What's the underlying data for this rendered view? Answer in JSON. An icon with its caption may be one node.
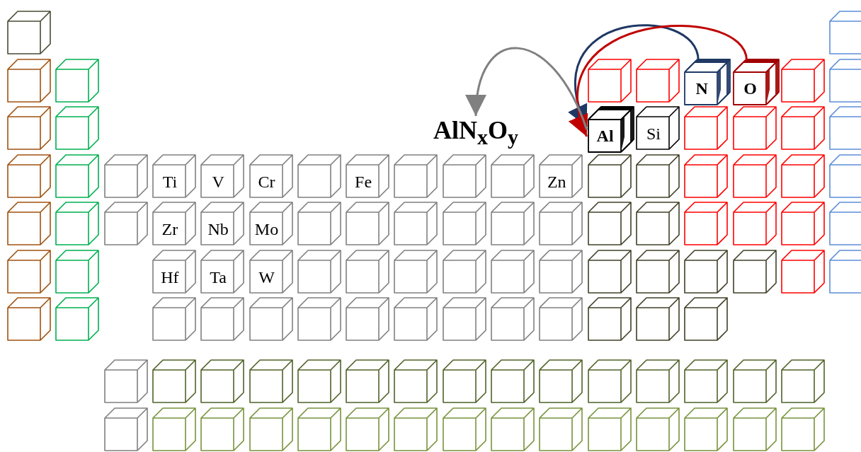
{
  "diagram": {
    "nodes": [
      {
        "text": [],
        "shape": "cube"
      },
      {
        "text": [],
        "shape": "cube"
      },
      {
        "text": [],
        "shape": "cube"
      },
      {
        "text": [],
        "shape": "cube"
      },
      {
        "text": [],
        "shape": "cube"
      },
      {
        "text": [],
        "shape": "cube"
      },
      {
        "text": [
          "N"
        ]
      },
      {
        "text": [
          "O"
        ]
      },
      {
        "text": [],
        "shape": "cube"
      },
      {
        "text": [],
        "shape": "cube"
      },
      {
        "text": [],
        "shape": "cube"
      },
      {
        "text": [],
        "shape": "cube"
      },
      {
        "text": [
          "AlN$_{x}$O$_{y}$"
        ]
      },
      {
        "text": [
          "Al"
        ]
      },
      {
        "text": [
          "Si"
        ]
      },
      {
        "text": [],
        "shape": "cube"
      },
      {
        "text": [],
        "shape": "cube"
      },
      {
        "text": [],
        "shape": "cube"
      },
      {
        "text": [],
        "shape": "cube"
      },
      {
        "text": [],
        "shape": "cube"
      },
      {
        "text": [],
        "shape": "cube"
      },
      {
        "text": [],
        "shape": "cube"
      },
      {
        "text": [
          "Ti"
        ]
      },
      {
        "text": [
          "V"
        ]
      },
      {
        "text": [
          "Cr"
        ]
      },
      {
        "text": [],
        "shape": "cube"
      },
      {
        "text": [
          "Fe"
        ]
      },
      {
        "text": [],
        "shape": "cube"
      },
      {
        "text": [],
        "shape": "cube"
      },
      {
        "text": [],
        "shape": "cube"
      },
      {
        "text": [
          "Zn"
        ]
      },
      {
        "text": [],
        "shape": "cube"
      },
      {
        "text": [],
        "shape": "cube"
      },
      {
        "text": [],
        "shape": "cube"
      },
      {
        "text": [],
        "shape": "cube"
      },
      {
        "text": [],
        "shape": "cube"
      },
      {
        "text": [],
        "shape": "cube"
      },
      {
        "text": [],
        "shape": "cube"
      },
      {
        "text": [],
        "shape": "cube"
      },
      {
        "text": [],
        "shape": "cube"
      },
      {
        "text": [
          "Zr"
        ]
      },
      {
        "text": [
          "Nb"
        ]
      },
      {
        "text": [
          "Mo"
        ]
      },
      {
        "text": [],
        "shape": "cube"
      },
      {
        "text": [],
        "shape": "cube"
      },
      {
        "text": [],
        "shape": "cube"
      },
      {
        "text": [],
        "shape": "cube"
      },
      {
        "text": [],
        "shape": "cube"
      },
      {
        "text": [],
        "shape": "cube"
      },
      {
        "text": [],
        "shape": "cube"
      },
      {
        "text": [],
        "shape": "cube"
      },
      {
        "text": [],
        "shape": "cube"
      },
      {
        "text": [],
        "shape": "cube"
      },
      {
        "text": [],
        "shape": "cube"
      },
      {
        "text": [],
        "shape": "cube"
      },
      {
        "text": [],
        "shape": "cube"
      },
      {
        "text": [],
        "shape": "cube"
      },
      {
        "text": [
          "Hf"
        ]
      },
      {
        "text": [
          "Ta"
        ]
      },
      {
        "text": [
          "W"
        ]
      },
      {
        "text": [],
        "shape": "cube"
      },
      {
        "text": [],
        "shape": "cube"
      },
      {
        "text": [],
        "shape": "cube"
      },
      {
        "text": [],
        "shape": "cube"
      },
      {
        "text": [],
        "shape": "cube"
      },
      {
        "text": [],
        "shape": "cube"
      },
      {
        "text": [],
        "shape": "cube"
      },
      {
        "text": [],
        "shape": "cube"
      },
      {
        "text": [],
        "shape": "cube"
      },
      {
        "text": [],
        "shape": "cube"
      },
      {
        "text": [],
        "shape": "cube"
      },
      {
        "text": [],
        "shape": "cube"
      },
      {
        "text": [],
        "shape": "cube"
      },
      {
        "text": [],
        "shape": "cube"
      },
      {
        "text": [],
        "shape": "cube"
      },
      {
        "text": [],
        "shape": "cube"
      },
      {
        "text": [],
        "shape": "cube"
      },
      {
        "text": [],
        "shape": "cube"
      },
      {
        "text": [],
        "shape": "cube"
      },
      {
        "text": [],
        "shape": "cube"
      },
      {
        "text": [],
        "shape": "cube"
      },
      {
        "text": [],
        "shape": "cube"
      },
      {
        "text": [],
        "shape": "cube"
      },
      {
        "text": [],
        "shape": "cube"
      },
      {
        "text": [],
        "shape": "cube"
      },
      {
        "text": [],
        "shape": "cube"
      },
      {
        "text": [],
        "shape": "cube"
      },
      {
        "text": [],
        "shape": "cube"
      },
      {
        "text": [],
        "shape": "cube"
      },
      {
        "text": [],
        "shape": "cube"
      },
      {
        "text": [],
        "shape": "cube"
      },
      {
        "text": [],
        "shape": "cube"
      },
      {
        "text": [],
        "shape": "cube"
      },
      {
        "text": [],
        "shape": "cube"
      },
      {
        "text": [],
        "shape": "cube"
      },
      {
        "text": [],
        "shape": "cube"
      },
      {
        "text": [],
        "shape": "cube"
      },
      {
        "text": [],
        "shape": "cube"
      },
      {
        "text": [],
        "shape": "cube"
      },
      {
        "text": [],
        "shape": "cube"
      },
      {
        "text": [],
        "shape": "cube"
      },
      {
        "text": [],
        "shape": "cube"
      },
      {
        "text": [],
        "shape": "cube"
      },
      {
        "text": [],
        "shape": "cube"
      },
      {
        "text": [],
        "shape": "cube"
      },
      {
        "text": [],
        "shape": "cube"
      },
      {
        "text": [],
        "shape": "cube"
      },
      {
        "text": [],
        "shape": "cube"
      },
      {
        "text": [],
        "shape": "cube"
      },
      {
        "text": [],
        "shape": "cube"
      },
      {
        "text": [],
        "shape": "cube"
      },
      {
        "text": [],
        "shape": "cube"
      },
      {
        "text": [],
        "shape": "cube"
      },
      {
        "text": [],
        "shape": "cube"
      },
      {
        "text": [],
        "shape": "cube"
      },
      {
        "text": [],
        "shape": "cube"
      }
    ],
    "edges": [
      {
        "from": 6,
        "to": 13,
        "arrow": "to",
        "color": "#1f3864"
      },
      {
        "from": 7,
        "to": 13,
        "arrow": "to",
        "color": "#c00000"
      },
      {
        "from": 13,
        "to": 12,
        "arrow": "to",
        "color": "#808080"
      }
    ]
  }
}
